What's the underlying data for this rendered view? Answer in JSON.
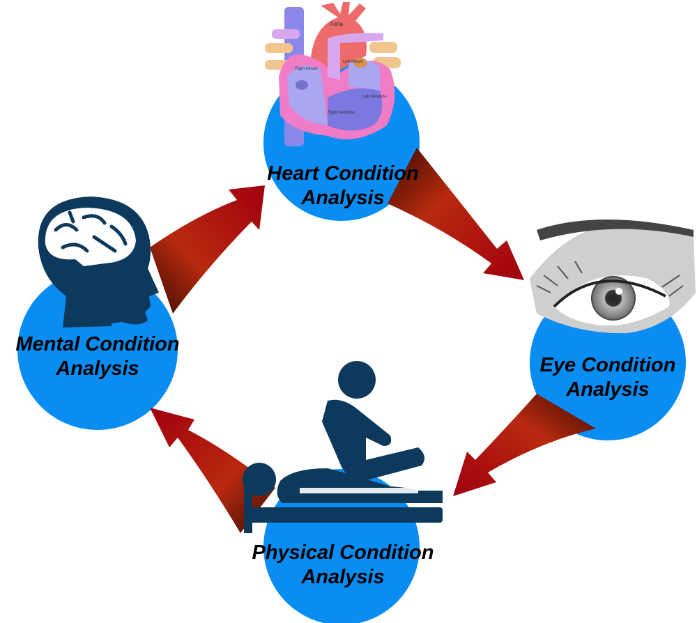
{
  "nodes": {
    "heart": {
      "line1": "Heart Condition",
      "line2": "Analysis",
      "icon": "heart-anatomy-icon"
    },
    "eye": {
      "line1": "Eye Condition",
      "line2": "Analysis",
      "icon": "eye-icon"
    },
    "physical": {
      "line1": "Physical Condition",
      "line2": "Analysis",
      "icon": "physiotherapy-icon"
    },
    "mental": {
      "line1": "Mental Condition",
      "line2": "Analysis",
      "icon": "brain-head-icon"
    }
  },
  "heart_diagram_labels": {
    "aorta": "Aorta",
    "right_atrium": "Right Atrium",
    "left_atrium": "Left Atrium",
    "left_ventricle": "Left Ventricle",
    "right_ventricle": "Right Ventricle"
  },
  "flow": [
    "mental",
    "heart",
    "eye",
    "physical",
    "mental"
  ],
  "colors": {
    "circle": "#0a8df2",
    "icon": "#0d3a5c",
    "arrow_dark": "#3a0d04",
    "arrow_mid": "#b8290e",
    "arrow_tip": "#a0000f",
    "text": "#000000"
  }
}
